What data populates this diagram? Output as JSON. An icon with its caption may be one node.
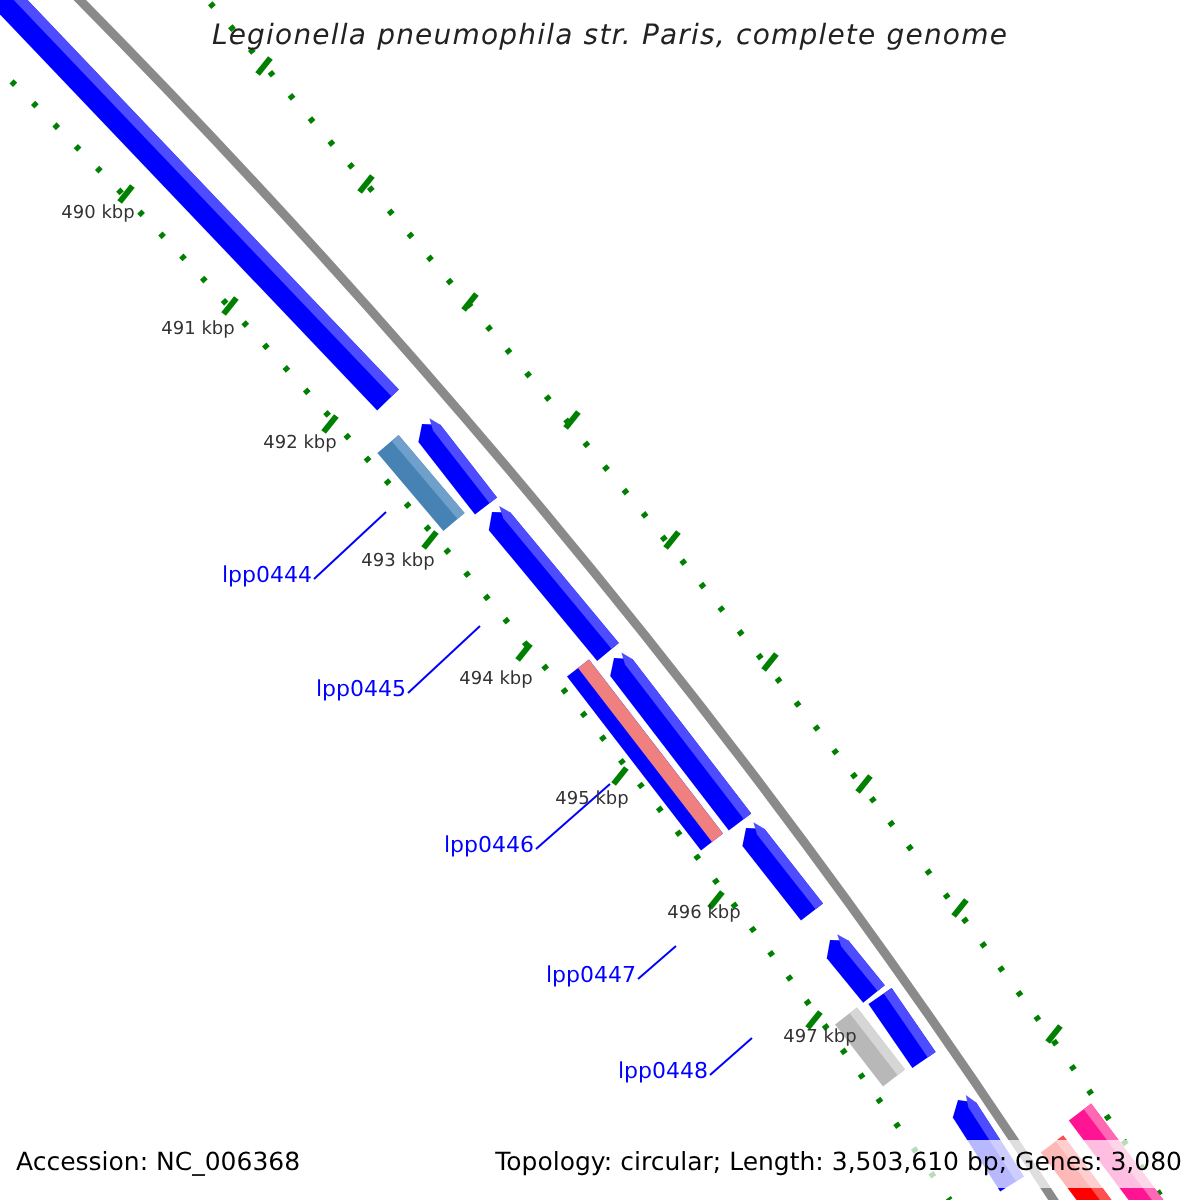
{
  "diagram": {
    "title": "Legionella pneumophila str. Paris, complete genome",
    "nodes": [
      {
        "text": [
          "lpp0444"
        ]
      },
      {
        "text": [
          "lpp0445"
        ]
      },
      {
        "text": [
          "lpp0446"
        ]
      },
      {
        "text": [
          "lpp0447"
        ]
      },
      {
        "text": [
          "lpp0448"
        ]
      }
    ],
    "edges": [
      {
        "from": 0,
        "to": null,
        "arrow": "none"
      },
      {
        "from": 1,
        "to": null,
        "arrow": "none"
      },
      {
        "from": 2,
        "to": null,
        "arrow": "none"
      },
      {
        "from": 3,
        "to": null,
        "arrow": "none"
      },
      {
        "from": 4,
        "to": null,
        "arrow": "none"
      }
    ],
    "labels": [
      "490 kbp",
      "491 kbp",
      "492 kbp",
      "493 kbp",
      "494 kbp",
      "495 kbp",
      "496 kbp",
      "497 kbp",
      "Accession: NC_006368",
      "Topology: circular; Length: 3,503,610 bp; Genes: 3,080"
    ]
  }
}
